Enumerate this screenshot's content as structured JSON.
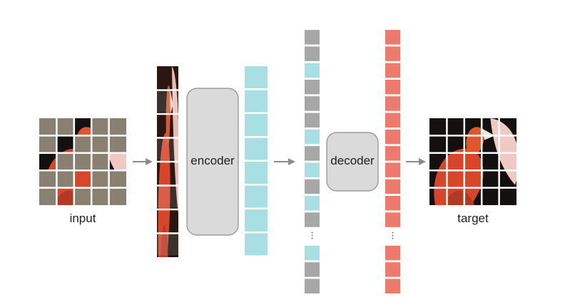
{
  "labels": {
    "input": "input",
    "encoder": "encoder",
    "decoder": "decoder",
    "target": "target"
  },
  "input_grid": {
    "rows": 5,
    "cols": 5,
    "visible": [
      [
        0,
        2
      ],
      [
        1,
        1
      ],
      [
        2,
        0
      ],
      [
        2,
        4
      ],
      [
        3,
        2
      ],
      [
        4,
        1
      ]
    ]
  },
  "colors": {
    "mask": "#8a8071",
    "encoded_token": "#a8dfe2",
    "mask_token": "#a7a7a7",
    "output_token": "#ec7b6e",
    "block_fill": "#dadada",
    "block_stroke": "#8f8f8f",
    "arrow": "#8c8c8c",
    "image_dark": "#14100f",
    "image_red": "#d8462a",
    "image_pink": "#f0c9c4"
  },
  "encoder_tokens": 8,
  "decoder_sequence": [
    "mask",
    "mask",
    "encoded",
    "mask",
    "mask",
    "mask",
    "encoded",
    "mask",
    "encoded",
    "mask",
    "encoded",
    "mask",
    "gap",
    "encoded",
    "mask",
    "mask"
  ],
  "output_sequence": [
    "token",
    "token",
    "token",
    "token",
    "token",
    "token",
    "token",
    "token",
    "token",
    "token",
    "token",
    "token",
    "gap",
    "token",
    "token",
    "token"
  ]
}
